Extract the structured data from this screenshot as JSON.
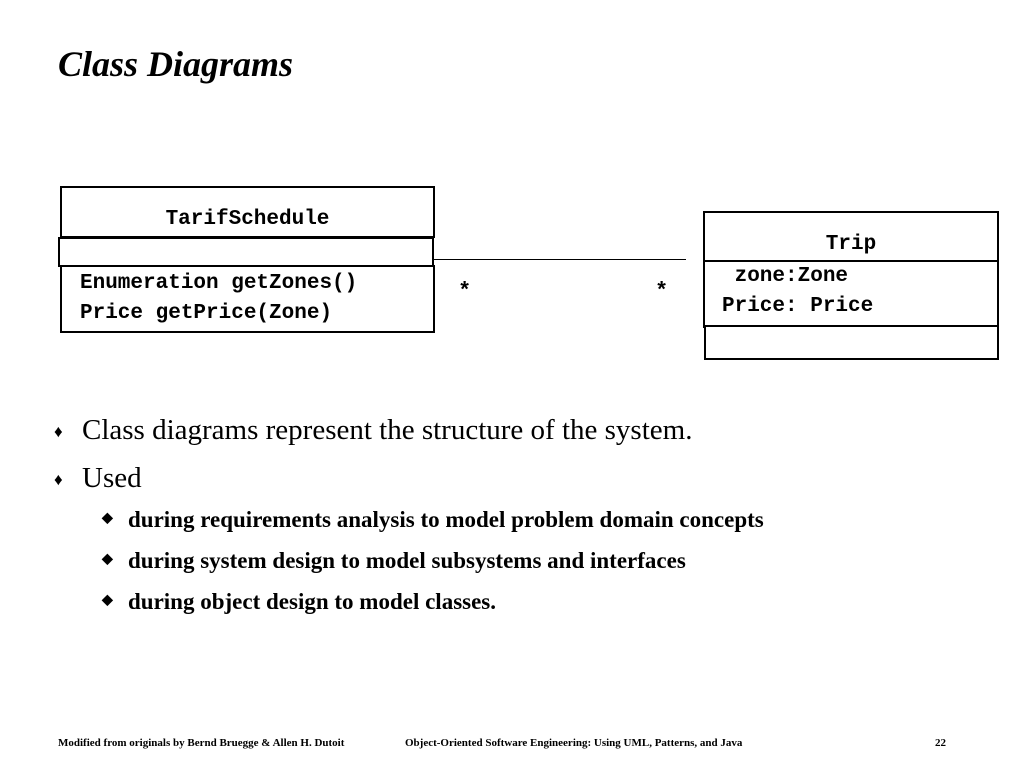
{
  "title": "Class Diagrams",
  "diagram": {
    "classes": [
      {
        "name": "TarifSchedule",
        "attributes": [],
        "operations": [
          "Enumeration getZones()",
          "Price getPrice(Zone)"
        ]
      },
      {
        "name": "Trip",
        "attributes": [
          " zone:Zone",
          "Price: Price"
        ],
        "operations": []
      }
    ],
    "association": {
      "multiplicity_left": "*",
      "multiplicity_right": "*"
    }
  },
  "bullets": [
    {
      "text": "Class diagrams represent the structure of the system.",
      "marker": "♦"
    },
    {
      "text": "Used",
      "marker": "♦",
      "sub": [
        {
          "text": "during requirements analysis to model problem domain concepts",
          "marker": "◆"
        },
        {
          "text": "during system design to model subsystems and interfaces",
          "marker": "◆"
        },
        {
          "text": "during object design to model classes.",
          "marker": "◆"
        }
      ]
    }
  ],
  "footer": {
    "left": "Modified from originals by Bernd Bruegge & Allen H. Dutoit",
    "center": "Object-Oriented Software Engineering: Using UML, Patterns, and Java",
    "page": "22"
  }
}
